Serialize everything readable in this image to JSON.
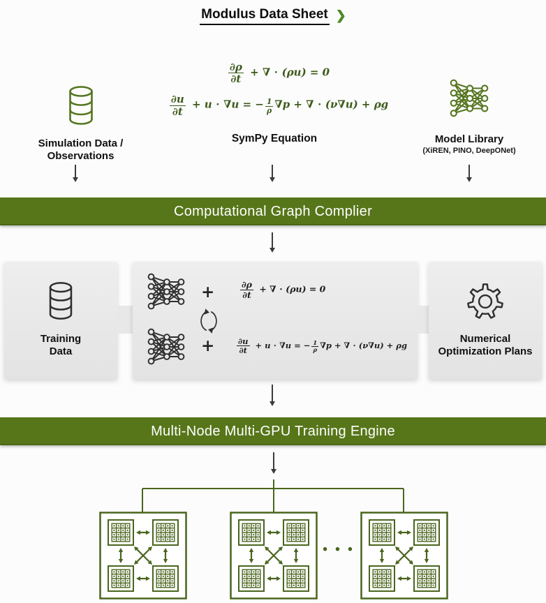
{
  "title": {
    "text": "Modulus Data Sheet",
    "chevron": "❯"
  },
  "top_row": {
    "simulation_data": {
      "line1": "Simulation Data /",
      "line2": "Observations"
    },
    "sympy": {
      "label": "SymPy Equation"
    },
    "model_library": {
      "label": "Model Library",
      "sublabel": "(XiREN, PINO, DeepONet)"
    }
  },
  "equations": {
    "continuity": {
      "num": "∂ρ",
      "den": "∂t",
      "rest": "+ ∇ ⋅ (ρu) = 0"
    },
    "momentum": {
      "num": "∂u",
      "den": "∂t",
      "mid": "+ u ⋅ ∇u = −",
      "frac_num": "1",
      "frac_den": "ρ",
      "rest": "∇p + ∇ ⋅ (ν∇u) + ρg"
    }
  },
  "compiler_banner": {
    "label": "Computational Graph Complier"
  },
  "middle_row": {
    "training_data": {
      "line1": "Training",
      "line2": "Data"
    },
    "plus": "+",
    "numerical_plans": {
      "line1": "Numerical",
      "line2": "Optimization Plans"
    }
  },
  "training_banner": {
    "label": "Multi-Node Multi-GPU Training Engine"
  },
  "gpu_cluster": {
    "ellipsis": "• • •"
  },
  "colors": {
    "banner_green": "#567619",
    "diagram_green": "#4a651d",
    "icon_green": "#55751f",
    "equation_green": "#3d5a1b",
    "chevron_green": "#4b8b22",
    "dark_icon": "#2f2f2f"
  }
}
